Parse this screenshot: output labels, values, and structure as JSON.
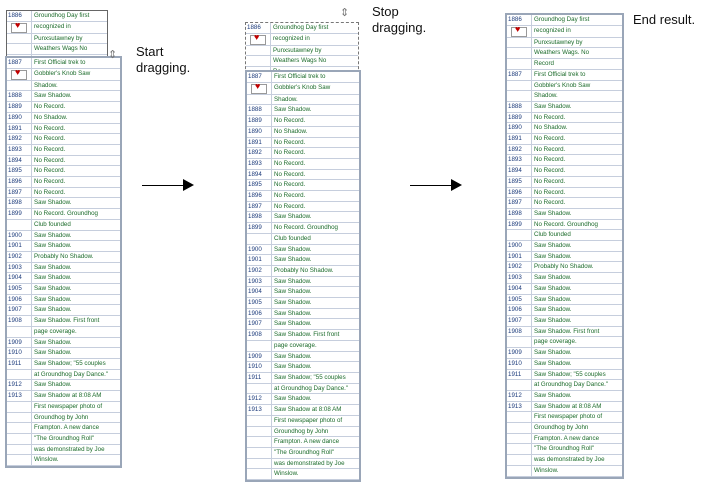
{
  "annotations": {
    "start": "Start\ndragging.",
    "stop": "Stop\ndragging.",
    "end": "End result."
  },
  "colors": {
    "border": "#9aa6b8",
    "year_text": "#1b3a7a",
    "desc_text": "#1b6b2a"
  },
  "drag_table": {
    "rows": [
      {
        "year": "1886",
        "desc": "Groundhog Day first"
      },
      {
        "year": "",
        "desc": "recognized in"
      },
      {
        "year": "",
        "desc": "Punxsutawney by"
      },
      {
        "year": "",
        "desc": "Weathers Wags  No"
      },
      {
        "year": "",
        "desc": "Re"
      }
    ]
  },
  "records": [
    {
      "year": "1887",
      "lines": [
        "First Official trek to",
        "Gobbler's Knob Saw",
        "Shadow."
      ]
    },
    {
      "year": "1888",
      "lines": [
        "Saw Shadow."
      ]
    },
    {
      "year": "1889",
      "lines": [
        "No Record."
      ]
    },
    {
      "year": "1890",
      "lines": [
        "No Shadow."
      ]
    },
    {
      "year": "1891",
      "lines": [
        "No Record."
      ]
    },
    {
      "year": "1892",
      "lines": [
        "No Record."
      ]
    },
    {
      "year": "1893",
      "lines": [
        "No Record."
      ]
    },
    {
      "year": "1894",
      "lines": [
        "No Record."
      ]
    },
    {
      "year": "1895",
      "lines": [
        "No Record."
      ]
    },
    {
      "year": "1896",
      "lines": [
        "No Record."
      ]
    },
    {
      "year": "1897",
      "lines": [
        "No Record."
      ]
    },
    {
      "year": "1898",
      "lines": [
        "Saw Shadow."
      ]
    },
    {
      "year": "1899",
      "lines": [
        "No Record. Groundhog",
        "Club founded"
      ]
    },
    {
      "year": "1900",
      "lines": [
        "Saw Shadow."
      ]
    },
    {
      "year": "1901",
      "lines": [
        "Saw Shadow."
      ]
    },
    {
      "year": "1902",
      "lines": [
        "Probably No Shadow."
      ]
    },
    {
      "year": "1903",
      "lines": [
        "Saw Shadow."
      ]
    },
    {
      "year": "1904",
      "lines": [
        "Saw Shadow."
      ]
    },
    {
      "year": "1905",
      "lines": [
        "Saw Shadow."
      ]
    },
    {
      "year": "1906",
      "lines": [
        "Saw Shadow."
      ]
    },
    {
      "year": "1907",
      "lines": [
        "Saw Shadow."
      ]
    },
    {
      "year": "1908",
      "lines": [
        "Saw Shadow.  First front",
        "page coverage."
      ]
    },
    {
      "year": "1909",
      "lines": [
        "Saw Shadow."
      ]
    },
    {
      "year": "1910",
      "lines": [
        "Saw Shadow."
      ]
    },
    {
      "year": "1911",
      "lines": [
        "Saw Shadow; \"55 couples",
        "at Groundhog Day Dance.\""
      ]
    },
    {
      "year": "1912",
      "lines": [
        "Saw Shadow."
      ]
    },
    {
      "year": "1913",
      "lines": [
        "Saw Shadow at 8:08 AM",
        "First newspaper photo of",
        "Groundhog by John",
        "Frampton.  A new dance",
        "\"The Groundhog Roll\"",
        "was demonstrated by Joe",
        "Winslow."
      ]
    }
  ],
  "final_first": {
    "year": "1886",
    "lines": [
      "Groundhog Day first",
      "recognized in",
      "Punxsutawney by",
      "Weathers Wags.  No",
      "Record"
    ]
  }
}
